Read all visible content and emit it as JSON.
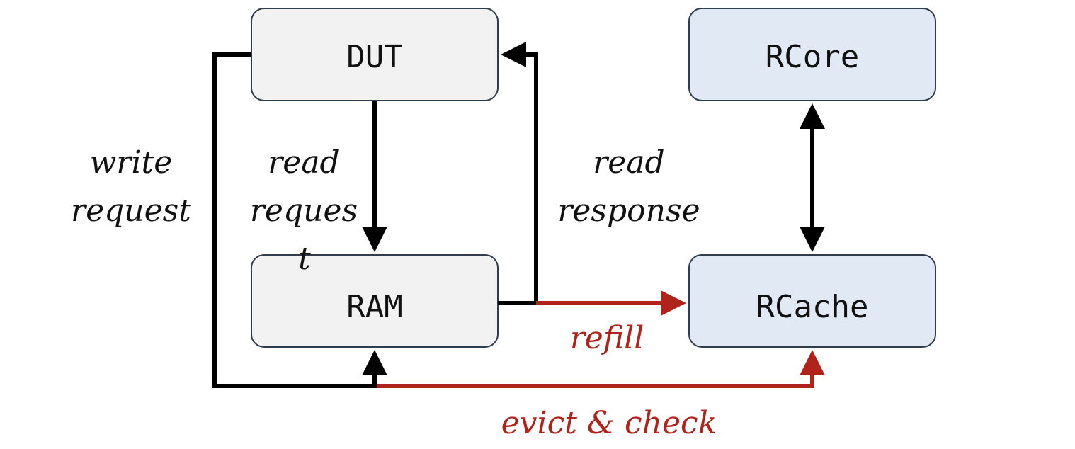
{
  "nodes": {
    "dut": "DUT",
    "ram": "RAM",
    "rcore": "RCore",
    "rcache": "RCache"
  },
  "edges": {
    "write_request": [
      "write",
      "request"
    ],
    "read_request": [
      "read",
      "reques",
      "t"
    ],
    "read_response": [
      "read",
      "response"
    ],
    "refill": "refill",
    "evict_check": "evict & check"
  },
  "colors": {
    "gray_box": "#f2f2f2",
    "blue_box": "#e0e9f4",
    "accent_red": "#b0231a"
  }
}
